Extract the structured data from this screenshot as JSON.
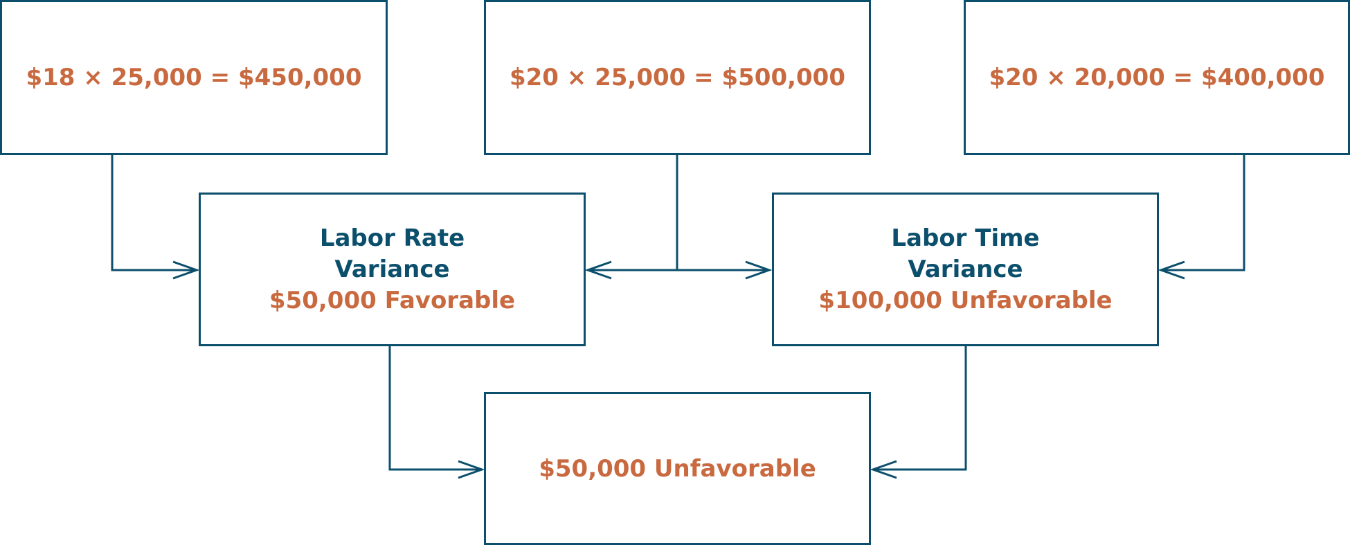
{
  "colors": {
    "line": "#0b4f6c",
    "title_text": "#0b4f6c",
    "value_text": "#c9693f"
  },
  "top_boxes": [
    {
      "text": "$18 × 25,000 = $450,000"
    },
    {
      "text": "$20 × 25,000 = $500,000"
    },
    {
      "text": "$20 × 20,000 = $400,000"
    }
  ],
  "labor_rate": {
    "title_line1": "Labor Rate",
    "title_line2": "Variance",
    "value": "$50,000 Favorable"
  },
  "labor_time": {
    "title_line1": "Labor Time",
    "title_line2": "Variance",
    "value": "$100,000 Unfavorable"
  },
  "total": {
    "value": "$50,000 Unfavorable"
  }
}
